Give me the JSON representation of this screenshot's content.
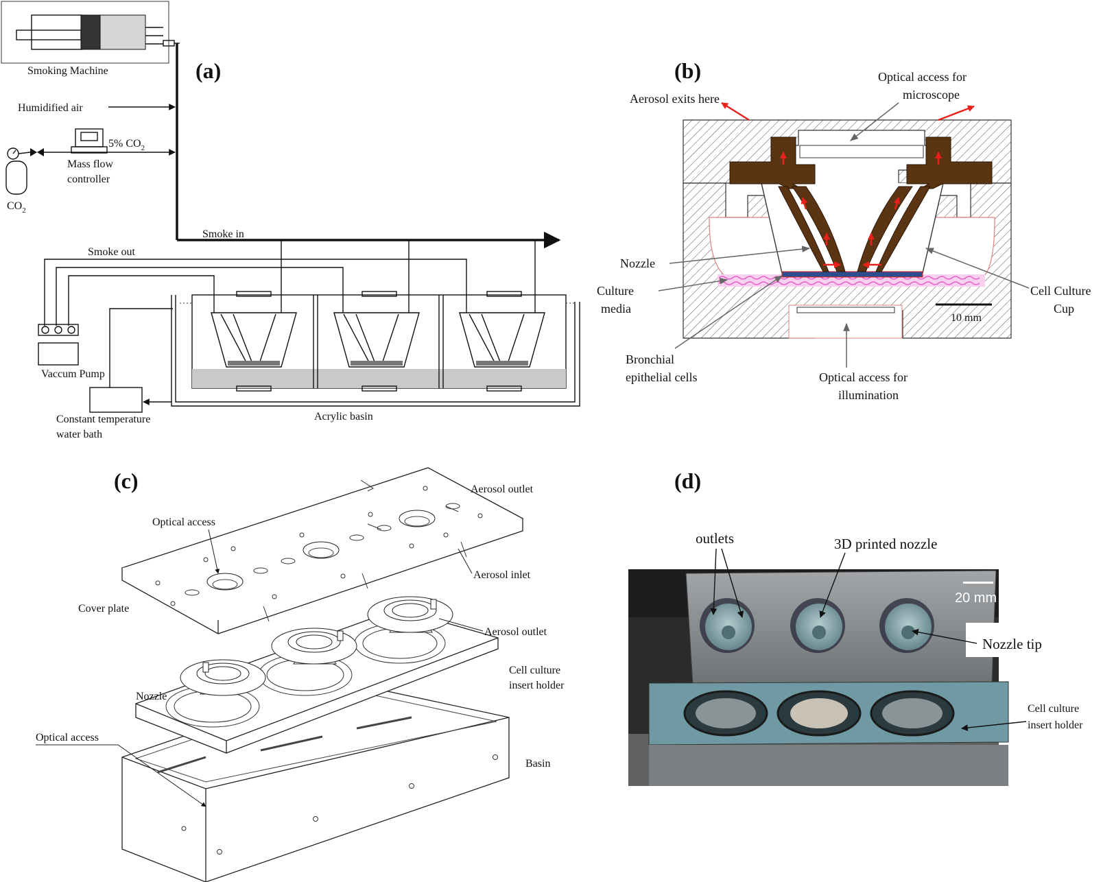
{
  "panels": {
    "a": {
      "tag": "(a)",
      "labels": {
        "smoking_machine": "Smoking Machine",
        "humidified_air": "Humidified air",
        "co2_flow": "5% CO",
        "co2_flow_sub": "2",
        "mass_flow_1": "Mass flow",
        "mass_flow_2": "controller",
        "co2": "CO",
        "co2_sub": "2",
        "smoke_in": "Smoke in",
        "smoke_out": "Smoke out",
        "vacuum_pump": "Vaccum Pump",
        "water_bath_1": "Constant temperature",
        "water_bath_2": "water bath",
        "acrylic_basin": "Acrylic basin"
      }
    },
    "b": {
      "tag": "(b)",
      "labels": {
        "aerosol_exits": "Aerosol exits here",
        "optical_micro_1": "Optical access for",
        "optical_micro_2": "microscope",
        "nozzle": "Nozzle",
        "culture_media_1": "Culture",
        "culture_media_2": "media",
        "cell_cup_1": "Cell Culture",
        "cell_cup_2": "Cup",
        "scale": "10 mm",
        "bronchial_1": "Bronchial",
        "bronchial_2": "epithelial cells",
        "optical_illum_1": "Optical access for",
        "optical_illum_2": "illumination"
      }
    },
    "c": {
      "tag": "(c)",
      "labels": {
        "aerosol_outlet_top": "Aerosol outlet",
        "optical_access_top": "Optical access",
        "aerosol_inlet": "Aerosol inlet",
        "cover_plate": "Cover plate",
        "aerosol_outlet_mid": "Aerosol outlet",
        "cell_holder_1": "Cell culture",
        "cell_holder_2": "insert holder",
        "nozzle": "Nozzle",
        "optical_access_bottom": "Optical access",
        "basin": "Basin"
      }
    },
    "d": {
      "tag": "(d)",
      "labels": {
        "outlets": "outlets",
        "printed_nozzle": "3D printed nozzle",
        "scale": "20 mm",
        "nozzle_tip": "Nozzle tip",
        "cell_holder_1": "Cell culture",
        "cell_holder_2": "insert holder"
      }
    }
  },
  "colors": {
    "nozzle_brown": "#5b3413",
    "flow_arrow_red": "#e8211b",
    "media_pink": "#e64fc4",
    "cells_blue": "#2c4d8e",
    "photo_metal": "#8c8f92",
    "photo_teal": "#7d9ea4"
  }
}
